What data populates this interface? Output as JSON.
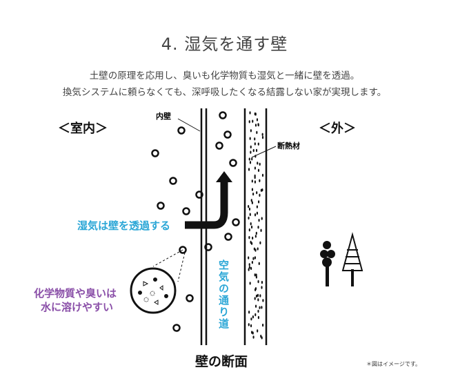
{
  "title": "4. 湿気を通す壁",
  "subtitle_line1": "土壁の原理を応用し、臭いも化学物質も湿気と一緒に壁を透過。",
  "subtitle_line2": "換気システムに頼らなくても、深呼吸したくなる結露しない家が実現します。",
  "labels": {
    "indoor": "＜室内＞",
    "outdoor": "＜外＞",
    "inner_wall": "内壁",
    "insulation": "断熱材",
    "moisture": "湿気は壁を透過する",
    "chemicals_line1": "化学物質や臭いは",
    "chemicals_line2": "水に溶けやすい",
    "air_path": "空気の通り道",
    "section": "壁の断面",
    "note": "＊図はイメージです。"
  },
  "colors": {
    "blue": "#2aa6d6",
    "purple": "#8a4fa8",
    "text": "#444444"
  }
}
